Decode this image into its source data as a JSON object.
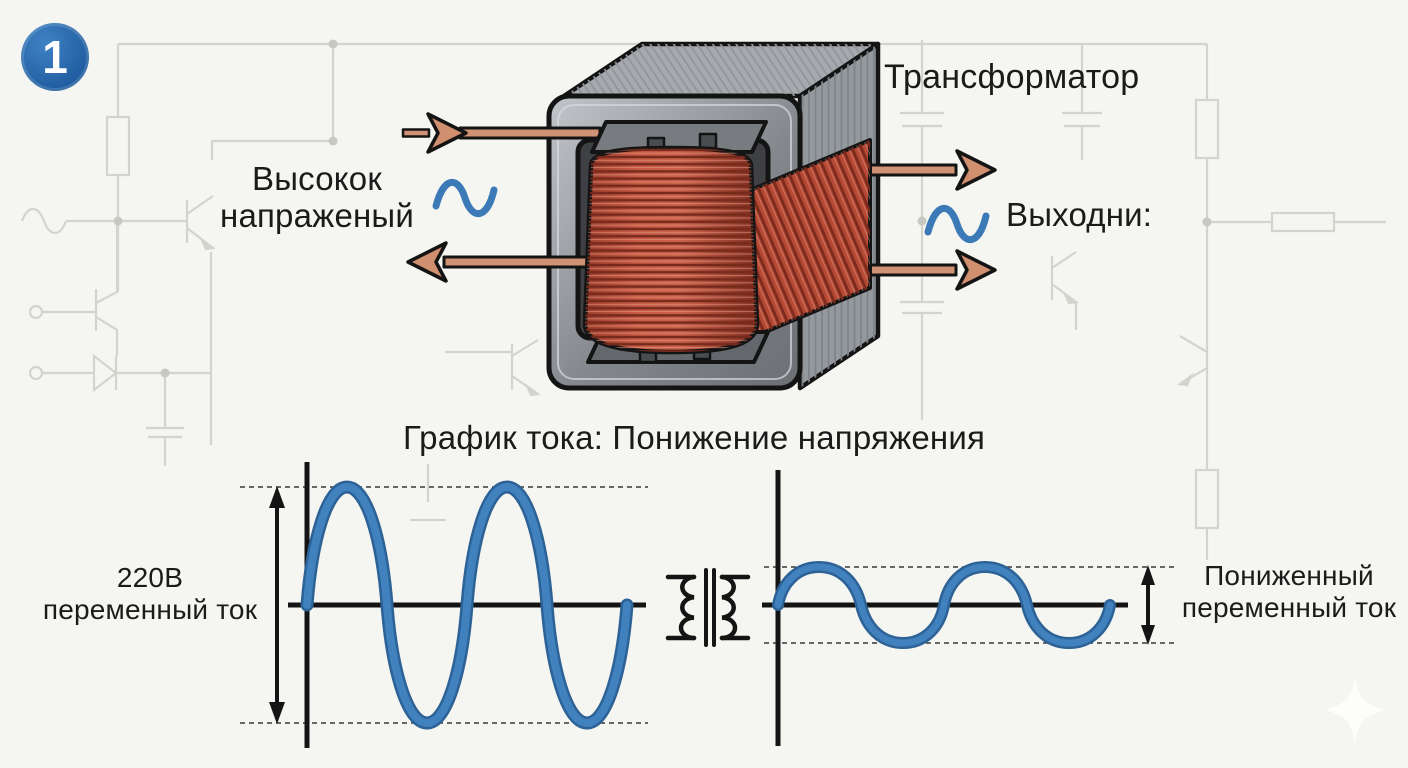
{
  "page": {
    "background": "#f5f5f1"
  },
  "badge": {
    "number": "1"
  },
  "transformer": {
    "title": "Трансформатор",
    "input_label": [
      "Высокок",
      "напраженый"
    ],
    "output_label": "Выходни:"
  },
  "graphs": {
    "section_title": "График тока: Понижение напряжения",
    "left": {
      "label": [
        "220В",
        "переменный ток"
      ],
      "waveform": "sine",
      "cycles": 2,
      "amplitude": "high"
    },
    "right": {
      "label": [
        "Пониженный",
        "переменный ток"
      ],
      "waveform": "sine",
      "cycles": 2,
      "amplitude": "low"
    }
  },
  "colors": {
    "badge_blue": "#2a6aad",
    "wave_blue": "#3b7ab7",
    "copper_arrow": "#d09070",
    "coil_red": "#bd4a38",
    "core_gray": "#9aa0a5"
  }
}
